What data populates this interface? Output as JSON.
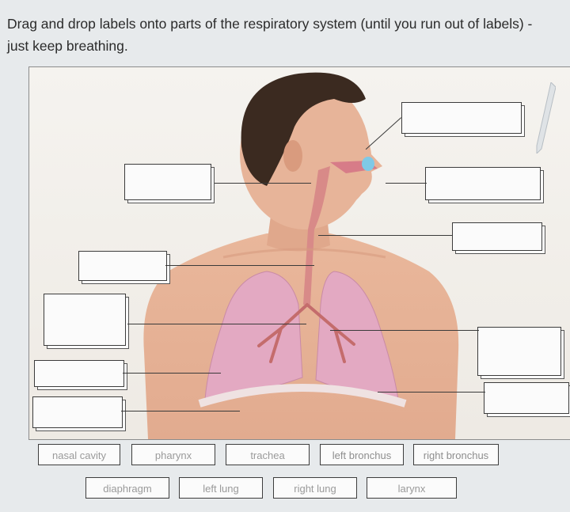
{
  "instructions": "Drag and drop labels onto parts of the respiratory system (until you run out of labels) - just keep breathing.",
  "labels": [
    "nasal cavity",
    "pharynx",
    "trachea",
    "left bronchus",
    "right bronchus",
    "diaphragm",
    "left lung",
    "right lung",
    "larynx"
  ],
  "colors": {
    "lung": "#e3a9c2",
    "airway": "#d88a88",
    "skin": "#e8b59a",
    "hair": "#3b2a20"
  }
}
